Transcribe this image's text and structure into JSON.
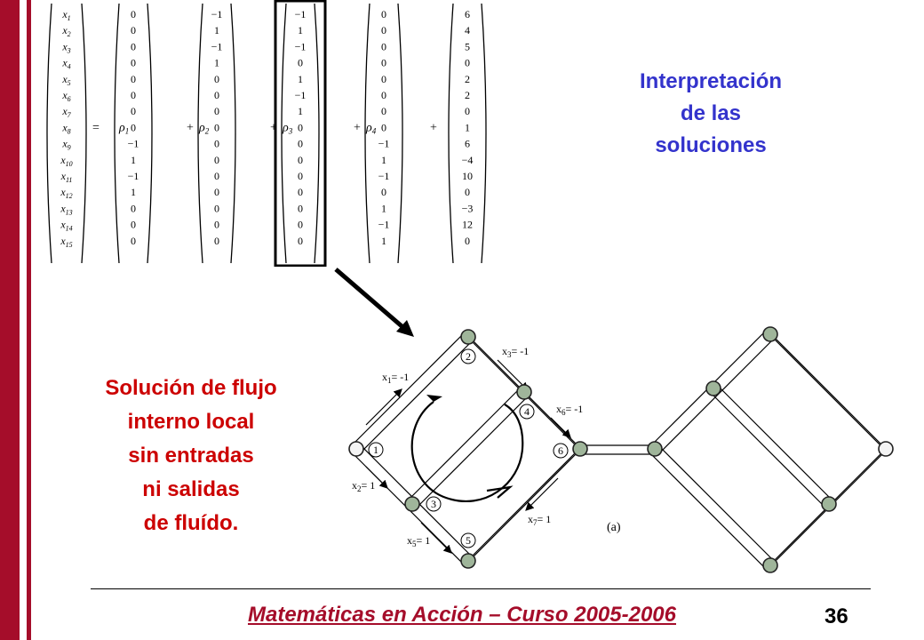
{
  "title_lines": [
    "Interpretación",
    "de las",
    "soluciones"
  ],
  "description_lines": [
    "Solución de flujo",
    "interno local",
    "sin entradas",
    "ni salidas",
    "de fluído."
  ],
  "footer": {
    "text": "Matemáticas en Acción – Curso 2005-2006",
    "page": "36"
  },
  "equation": {
    "variables": [
      "x1",
      "x2",
      "x3",
      "x4",
      "x5",
      "x6",
      "x7",
      "x8",
      "x9",
      "x10",
      "x11",
      "x12",
      "x13",
      "x14",
      "x15"
    ],
    "params": [
      "ρ1",
      "ρ2",
      "ρ3",
      "ρ4"
    ],
    "vectors": [
      [
        "0",
        "0",
        "0",
        "0",
        "0",
        "0",
        "0",
        "0",
        "−1",
        "1",
        "−1",
        "1",
        "0",
        "0",
        "0"
      ],
      [
        "−1",
        "1",
        "−1",
        "1",
        "0",
        "0",
        "0",
        "0",
        "0",
        "0",
        "0",
        "0",
        "0",
        "0",
        "0"
      ],
      [
        "−1",
        "1",
        "−1",
        "0",
        "1",
        "−1",
        "1",
        "0",
        "0",
        "0",
        "0",
        "0",
        "0",
        "0",
        "0"
      ],
      [
        "0",
        "0",
        "0",
        "0",
        "0",
        "0",
        "0",
        "0",
        "−1",
        "1",
        "−1",
        "0",
        "1",
        "−1",
        "1"
      ],
      [
        "6",
        "4",
        "5",
        "0",
        "2",
        "2",
        "0",
        "1",
        "6",
        "−4",
        "10",
        "0",
        "−3",
        "12",
        "0"
      ]
    ],
    "equals": "=",
    "plus": "+",
    "highlighted_vector": 2
  },
  "diagram": {
    "node_labels": [
      "1",
      "2",
      "3",
      "4",
      "5",
      "6"
    ],
    "edge_labels": [
      {
        "base": "x",
        "sub": "1",
        "rest": "= -1"
      },
      {
        "base": "x",
        "sub": "3",
        "rest": "= -1"
      },
      {
        "base": "x",
        "sub": "6",
        "rest": "= -1"
      },
      {
        "base": "x",
        "sub": "2",
        "rest": "= 1"
      },
      {
        "base": "x",
        "sub": "5",
        "rest": "= 1"
      },
      {
        "base": "x",
        "sub": "7",
        "rest": "= 1"
      }
    ],
    "caption": "(a)"
  }
}
